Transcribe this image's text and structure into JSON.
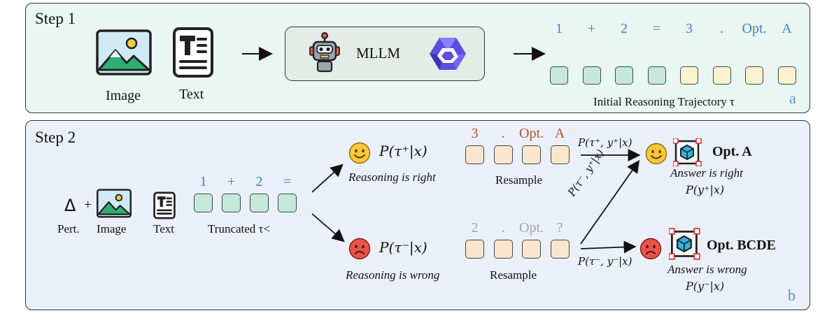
{
  "panel_a": {
    "title": "Step 1",
    "corner_label": "a",
    "image_label": "Image",
    "text_label": "Text",
    "model_label": "MLLM",
    "tokens": [
      "1",
      "+",
      "2",
      "=",
      "3",
      ".",
      "Opt.",
      "A"
    ],
    "trajectory_label": "Initial Reasoning Trajectory τ"
  },
  "panel_b": {
    "title": "Step 2",
    "corner_label": "b",
    "delta_symbol": "Δ",
    "plus": "+",
    "pert_label": "Pert.",
    "image_label": "Image",
    "text_label": "Text",
    "truncated_tokens": [
      "1",
      "+",
      "2",
      "="
    ],
    "truncated_label": "Truncated τ<",
    "right_branch": {
      "prob": "P(τ⁺|x)",
      "caption": "Reasoning is right",
      "tokens": [
        "3",
        ".",
        "Opt.",
        "A"
      ],
      "resample_label": "Resample",
      "arrow_label": "P(τ⁺, y⁺|x)",
      "answer": "Opt. A",
      "answer_caption": "Answer is right",
      "answer_prob": "P(y⁺|x)"
    },
    "wrong_branch": {
      "prob": "P(τ⁻|x)",
      "caption": "Reasoning is wrong",
      "tokens": [
        "2",
        ".",
        "Opt.",
        "?"
      ],
      "resample_label": "Resample",
      "arrow_label": "P(τ⁻, y⁻|x)",
      "diag_label": "P(τ⁻, y⁺|x)",
      "answer": "Opt. BCDE",
      "answer_caption": "Answer is wrong",
      "answer_prob": "P(y⁻|x)"
    }
  },
  "colors": {
    "panel_a_bg": "#eaf6f1",
    "panel_b_bg": "#ebf0f8",
    "token_green": "#c5e8d8",
    "token_yellow": "#fbf3cf",
    "token_orange": "#fbe5cc",
    "blue_text": "#3f7fc4",
    "red_text": "#b85020",
    "gray_text": "#a3a3a3"
  },
  "icons": [
    "image-icon",
    "text-document-icon",
    "robot-icon",
    "model-logo-icon",
    "smiley-happy-icon",
    "smiley-sad-icon",
    "cube-target-icon"
  ]
}
